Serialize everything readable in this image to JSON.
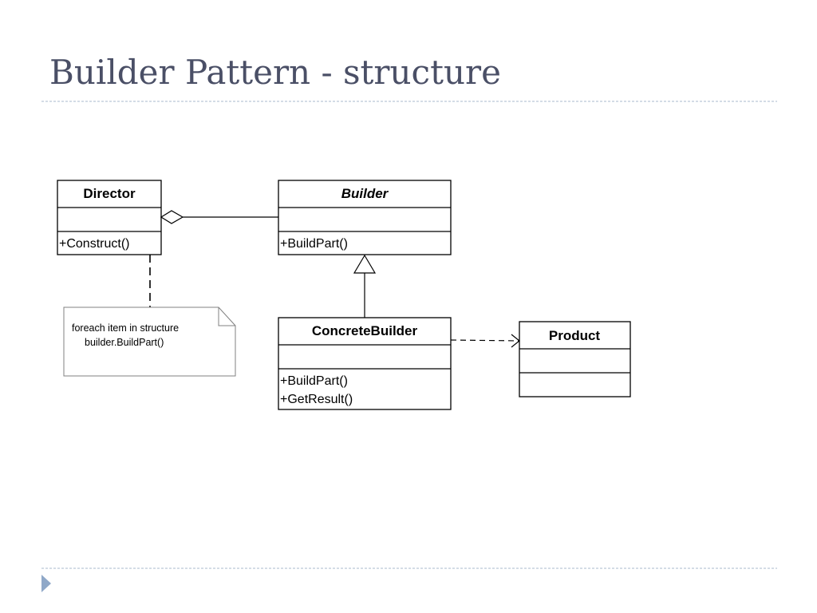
{
  "slide": {
    "title": "Builder Pattern - structure"
  },
  "colors": {
    "title": "#4a4f66",
    "divider": "#a9b9cc",
    "bullet": "#8fa8c8",
    "line": "#000000"
  },
  "classes": {
    "director": {
      "name": "Director",
      "attributes": "",
      "operations": [
        "+Construct()"
      ]
    },
    "builder": {
      "name": "Builder",
      "abstract": true,
      "attributes": "",
      "operations": [
        "+BuildPart()"
      ]
    },
    "concrete_builder": {
      "name": "ConcreteBuilder",
      "attributes": "",
      "operations": [
        "+BuildPart()",
        "+GetResult()"
      ]
    },
    "product": {
      "name": "Product",
      "attributes": "",
      "operations": []
    }
  },
  "note": {
    "lines": [
      "foreach item in structure",
      "builder.BuildPart()"
    ]
  },
  "relationships": [
    {
      "from": "director",
      "to": "builder",
      "kind": "aggregation"
    },
    {
      "from": "concrete_builder",
      "to": "builder",
      "kind": "generalization"
    },
    {
      "from": "concrete_builder",
      "to": "product",
      "kind": "dependency"
    },
    {
      "from": "note",
      "to": "director",
      "kind": "note-link"
    }
  ]
}
